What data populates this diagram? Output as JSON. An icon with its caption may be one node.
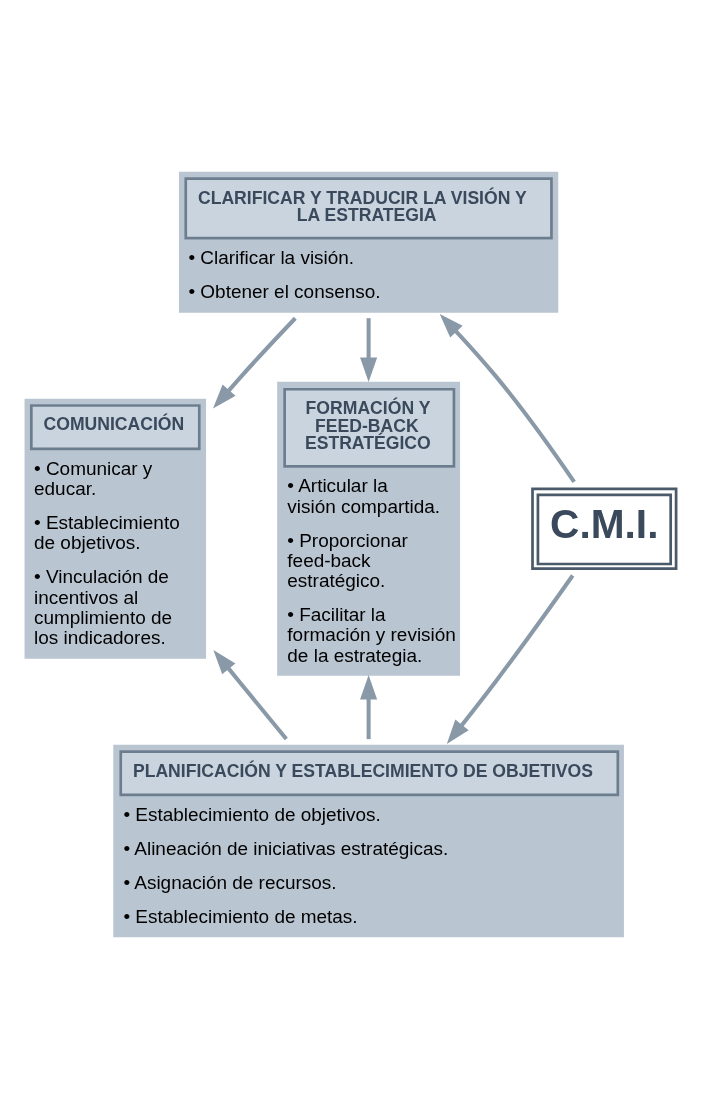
{
  "diagram": {
    "nodes": [
      {
        "text": [
          "CLARIFICAR Y TRADUCIR LA VISIÓN Y LA ESTRATEGIA",
          "• Clarificar la visión.",
          "• Obtener el consenso."
        ]
      },
      {
        "text": [
          "COMUNICACIÓN",
          "• Comunicar y educar.",
          "• Establecimiento de objetivos.",
          "• Vinculación de incentivos al cumplimiento de los indicadores."
        ]
      },
      {
        "text": [
          "C.M.I."
        ]
      },
      {
        "text": [
          "FORMACIÓN Y FEED-BACK ESTRATÉGICO",
          "• Articular la visión compartida.",
          "• Proporcionar feed-back estratégico.",
          "• Facilitar la formación y revisión de la estrategia."
        ]
      },
      {
        "text": [
          "PLANIFICACIÓN Y ESTABLECIMIENTO DE OBJETIVOS",
          "• Establecimiento de objetivos.",
          "• Alineación de iniciativas estratégicas.",
          "• Asignación de recursos.",
          "• Establecimiento de metas."
        ]
      }
    ],
    "edges": [
      {
        "from": 0,
        "to": 1,
        "arrow": "to"
      },
      {
        "from": 2,
        "to": 0,
        "arrow": "to"
      },
      {
        "from": 0,
        "to": 3,
        "arrow": "to"
      },
      {
        "from": 4,
        "to": 1,
        "arrow": "to"
      },
      {
        "from": 2,
        "to": 4,
        "arrow": "to"
      },
      {
        "from": 4,
        "to": 3,
        "arrow": "to"
      }
    ]
  }
}
